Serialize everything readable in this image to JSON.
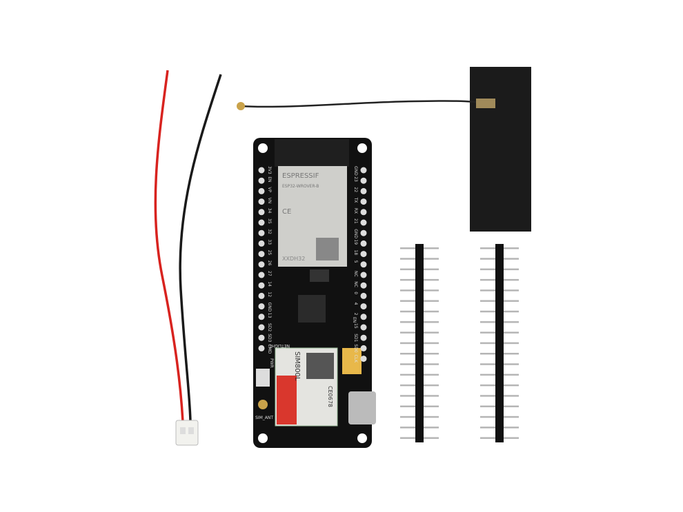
{
  "photo": {
    "esp_module": {
      "brand": "ESPRESSIF",
      "model": "ESP32-WROVER-B",
      "chip": "XXDH32"
    },
    "gsm_module": {
      "model": "SIM800L",
      "cert": "CE0678"
    },
    "board_labels": {
      "pwr": "PWR",
      "sim_ant": "SIM_ANT",
      "en": "EN",
      "netlight": "NETLIGHT"
    },
    "left_pins": [
      "3V3",
      "EN",
      "VP",
      "VN",
      "34",
      "35",
      "32",
      "33",
      "25",
      "26",
      "27",
      "14",
      "12",
      "GND",
      "13",
      "SD2",
      "SD3",
      "CMD"
    ],
    "right_pins": [
      "GND",
      "23",
      "22",
      "TX",
      "RX",
      "21",
      "GND",
      "19",
      "18",
      "5",
      "NC",
      "NC",
      "0",
      "4",
      "2",
      "15",
      "SD1",
      "SD0",
      "CLK"
    ],
    "colors": {
      "background": "#ffffff",
      "pcb": "#111111",
      "wire_red": "#d8231f",
      "wire_black": "#1a1a1a",
      "module_shield": "#cfcfcb",
      "sim_red": "#d9372d",
      "capacitor": "#e8b84a",
      "antenna": "#1b1b1b"
    }
  }
}
